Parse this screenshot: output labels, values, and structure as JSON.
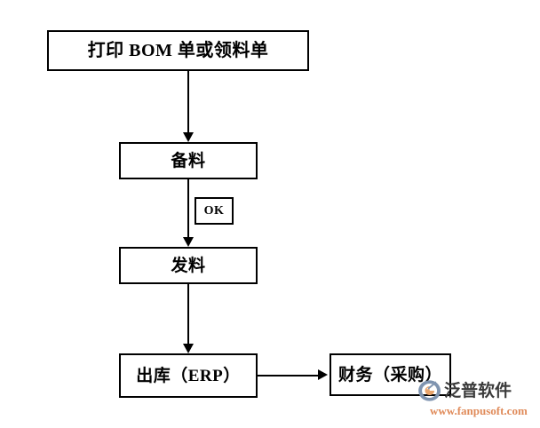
{
  "diagram": {
    "title": "BOM / Material Issue Flowchart",
    "background_color": "#ffffff",
    "line_color": "#000000",
    "nodes": [
      {
        "id": "print",
        "label": "打印 BOM 单或领料单"
      },
      {
        "id": "prepare",
        "label": "备料"
      },
      {
        "id": "ok",
        "label": "OK"
      },
      {
        "id": "issue",
        "label": "发料"
      },
      {
        "id": "outbound",
        "label": "出库（ERP）"
      },
      {
        "id": "finance",
        "label": "财务（采购）"
      }
    ],
    "edges": [
      {
        "from": "print",
        "to": "prepare",
        "direction": "down",
        "label": ""
      },
      {
        "from": "prepare",
        "to": "issue",
        "direction": "down",
        "label": "OK"
      },
      {
        "from": "issue",
        "to": "outbound",
        "direction": "down",
        "label": ""
      },
      {
        "from": "outbound",
        "to": "finance",
        "direction": "right",
        "label": ""
      }
    ]
  },
  "watermark": {
    "logo_icon": "fanpu-circle-swoosh-logo",
    "brand": "泛普软件",
    "url": "www.fanpusoft.com",
    "brand_color": "#3b3b3b",
    "url_color": "#e08b5a",
    "logo_color_primary": "#7f94b0",
    "logo_color_accent": "#e8a36a"
  }
}
